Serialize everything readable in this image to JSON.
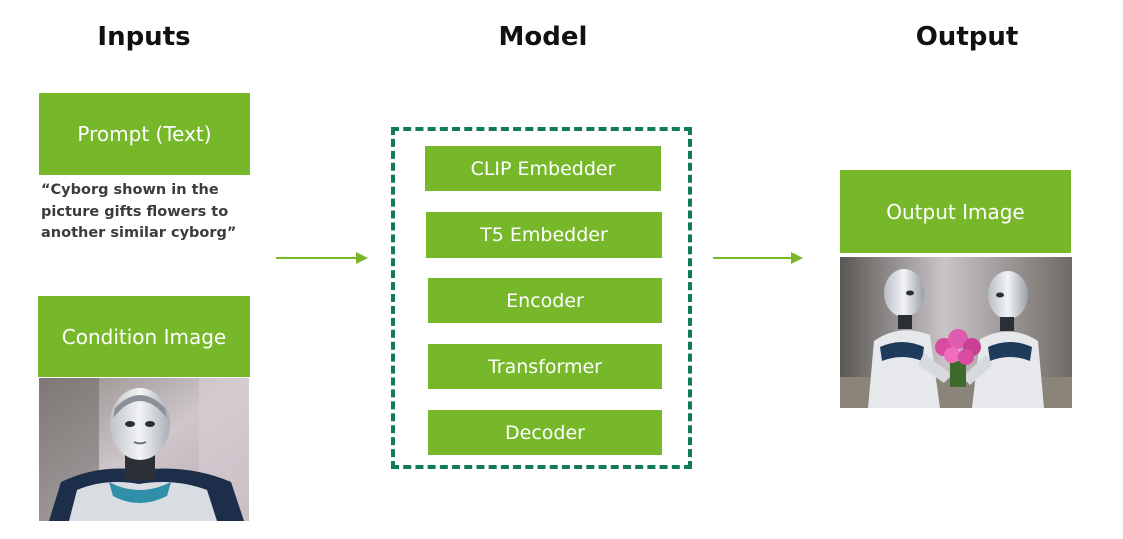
{
  "headings": {
    "inputs": "Inputs",
    "model": "Model",
    "output": "Output"
  },
  "inputs": {
    "prompt_label": "Prompt (Text)",
    "prompt_text_lines": [
      "“Cyborg shown in the",
      "picture gifts flowers to",
      "another similar cyborg”"
    ],
    "condition_label": "Condition Image"
  },
  "model": {
    "steps": [
      "CLIP Embedder",
      "T5 Embedder",
      "Encoder",
      "Transformer",
      "Decoder"
    ]
  },
  "output": {
    "label": "Output Image"
  },
  "colors": {
    "box_green": "#76b82a",
    "frame_dashed": "#127a5c",
    "arrow": "#76b82a",
    "text_dark": "#111111"
  }
}
